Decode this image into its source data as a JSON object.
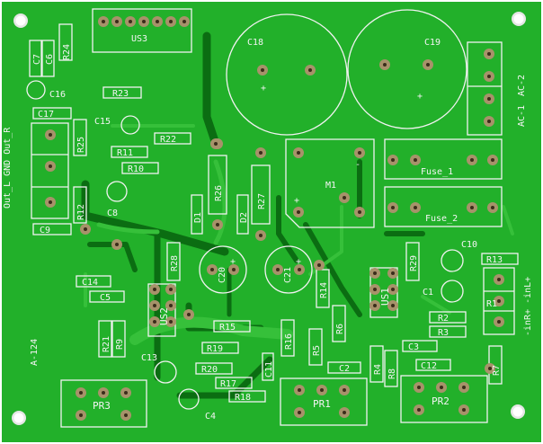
{
  "board": {
    "colors": {
      "outer": "#ffffff",
      "solder_mask": "#22b02a",
      "copper_dark": "#0b6d12",
      "copper_light": "#36c03a",
      "pad": "#a7926a",
      "drill": "#3a2d1a",
      "silk": "#f2f2f2"
    }
  },
  "labels": {
    "US3": "US3",
    "C18": "C18",
    "C19": "C19",
    "AC_2": "AC-2",
    "AC_1": "AC-1",
    "R24": "R24",
    "C7": "C7",
    "C6": "C6",
    "C16": "C16",
    "R23": "R23",
    "C17": "C17",
    "C15": "C15",
    "R22": "R22",
    "R25": "R25",
    "R11": "R11",
    "R10": "R10",
    "out_l": "Out_L GND Out_R",
    "C8": "C8",
    "R12": "R12",
    "C9": "C9",
    "R26": "R26",
    "R27": "R27",
    "D1": "D1",
    "D2": "D2",
    "M1": "M1",
    "plus": "+",
    "minus": "-",
    "fuse_1": "Fuse_1",
    "fuse_2": "Fuse_2",
    "R28": "R28",
    "C20": "C20",
    "C21": "C21",
    "R29": "R29",
    "C10": "C10",
    "R13": "R13",
    "C14": "C14",
    "C5": "C5",
    "US2": "US2",
    "R14": "R14",
    "US1": "US1",
    "C1": "C1",
    "R1": "R1",
    "inr": "-inR+ -inL+",
    "R2": "R2",
    "R3": "R3",
    "R15": "R15",
    "R21": "R21",
    "R9": "R9",
    "R16": "R16",
    "R6": "R6",
    "R5": "R5",
    "C3": "C3",
    "R4": "R4",
    "R8": "R8",
    "C12": "C12",
    "R7": "R7",
    "A_124": "A-124",
    "C13": "C13",
    "R19": "R19",
    "R20": "R20",
    "R17": "R17",
    "R18": "R18",
    "C11": "C11",
    "C2": "C2",
    "C4": "C4",
    "PR3": "PR3",
    "PR1": "PR1",
    "PR2": "PR2"
  }
}
